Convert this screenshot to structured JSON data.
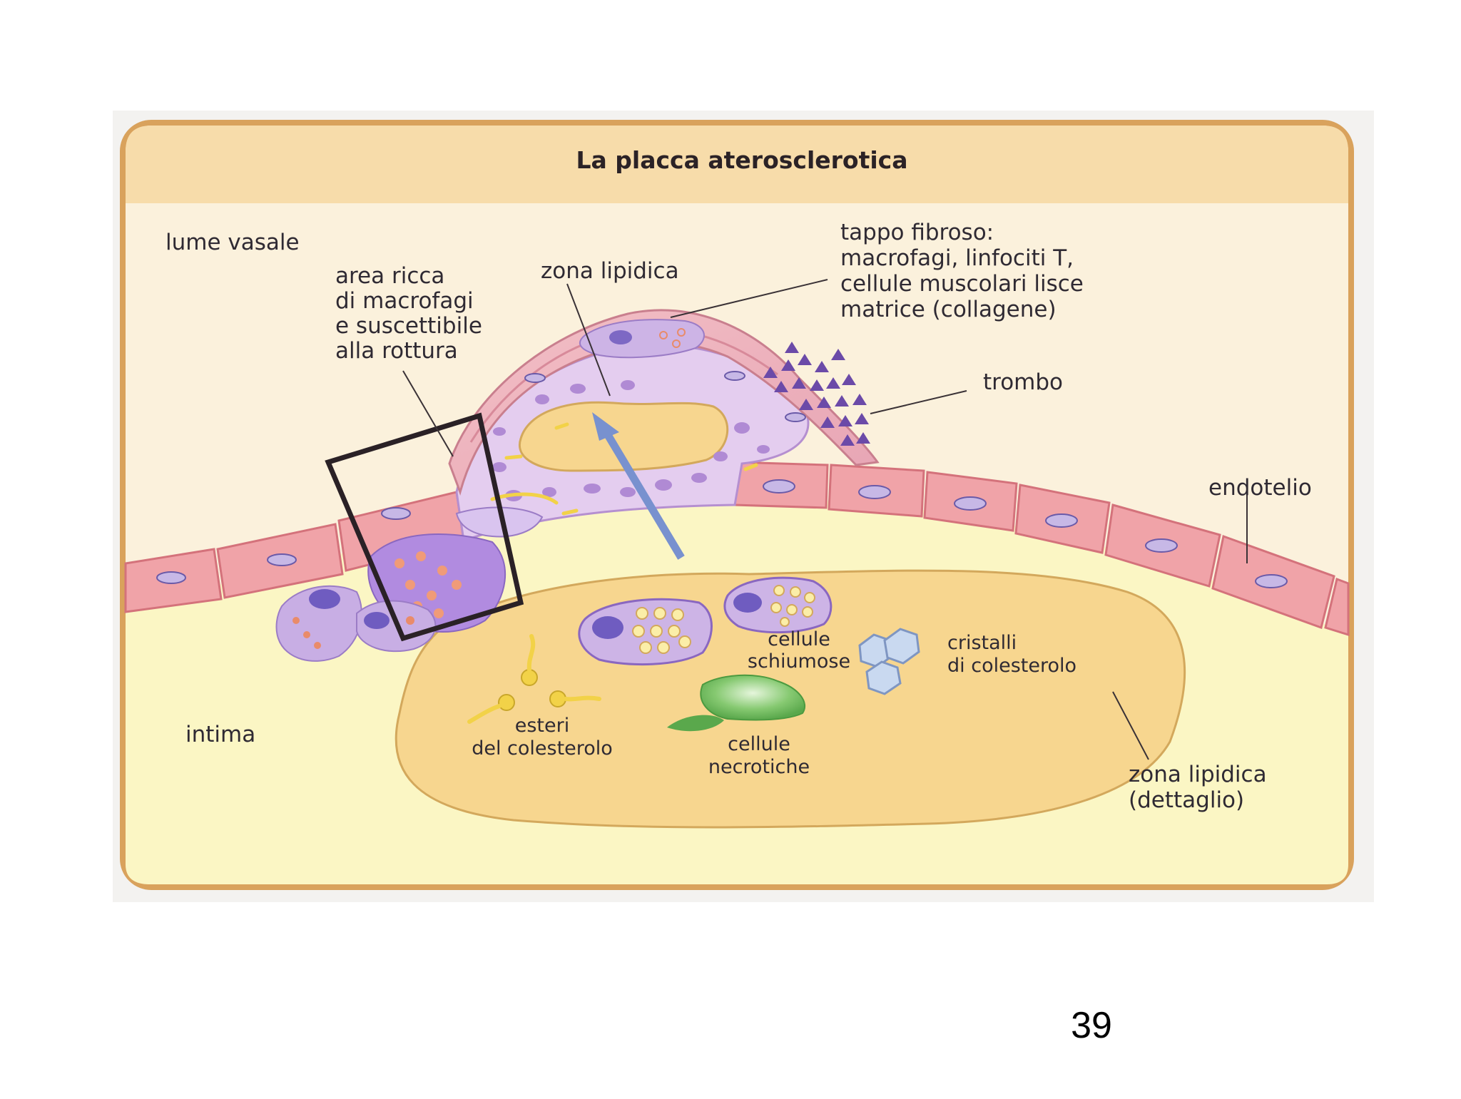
{
  "figure": {
    "title": "La placca aterosclerotica",
    "labels": {
      "lume_vasale": "lume vasale",
      "area_ricca": [
        "area ricca",
        "di macrofagi",
        "e suscettibile",
        "alla rottura"
      ],
      "zona_lipidica": "zona lipidica",
      "tappo_fibroso": [
        "tappo fibroso:",
        "macrofagi, linfociti T,",
        "cellule muscolari lisce",
        "matrice (collagene)"
      ],
      "trombo": "trombo",
      "endotelio": "endotelio",
      "intima": "intima",
      "cellule_schiumose": [
        "cellule",
        "schiumose"
      ],
      "cristalli": [
        "cristalli",
        "di colesterolo"
      ],
      "esteri": [
        "esteri",
        "del colesterolo"
      ],
      "cellule_necrotiche": [
        "cellule",
        "necrotiche"
      ],
      "zona_lipidica_dettaglio": [
        "zona lipidica",
        "(dettaglio)"
      ]
    }
  },
  "page_number": "39",
  "colors": {
    "frame": "#d9a25c",
    "header": "#f7dcaa",
    "lumen": "#fbf1dc",
    "intima": "#fbf6c4",
    "lipid": "#f7d68f",
    "endothelium": "#f0a3a8",
    "macrophage": "#c8aee4",
    "nucleus": "#7d68c4",
    "thrombus": "#6b4aa8",
    "arrow": "#7891cf",
    "necrotic": "#7cc36d",
    "crystal": "#c9d9f0"
  }
}
